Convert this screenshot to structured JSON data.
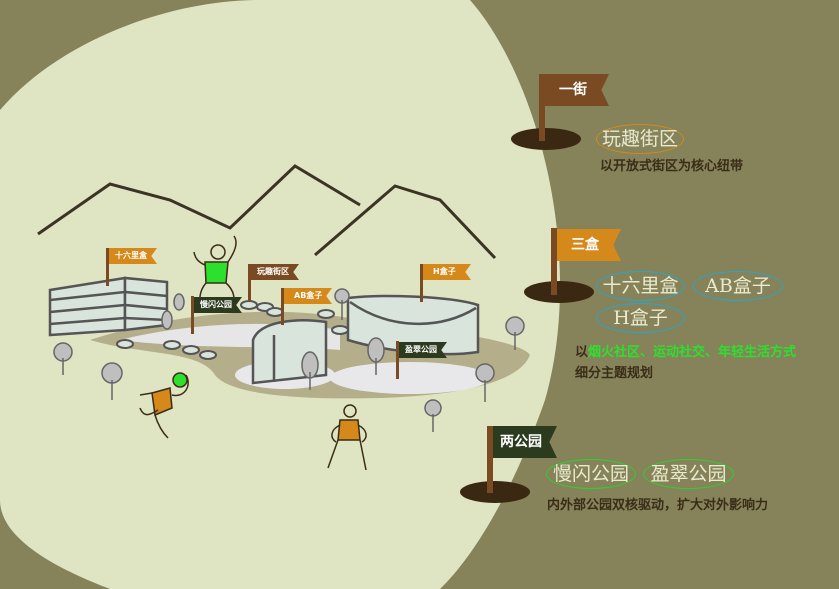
{
  "sections": [
    {
      "flag": "一街",
      "flag_color": "#7a4a22",
      "tags": [
        "玩趣街区"
      ],
      "tag_color": "#d18a1c",
      "desc": "以开放式街区为核心纽带"
    },
    {
      "flag": "三盒",
      "flag_color": "#d4891a",
      "tags": [
        "十六里盒",
        "AB盒子",
        "H盒子"
      ],
      "tag_color": "#2aa6c8",
      "desc_prefix": "以",
      "desc_highlight": "烟火社区、运动社交、年轻生活方式",
      "desc_line2": "细分主题规划"
    },
    {
      "flag": "两公园",
      "flag_color": "#2c3a1e",
      "tags": [
        "慢闪公园",
        "盈翠公园"
      ],
      "tag_color": "#2ed12e",
      "desc": "内外部公园双核驱动，扩大对外影响力"
    }
  ],
  "map_flags": [
    "十六里盒",
    "玩趣街区",
    "AB盒子",
    "H盒子",
    "慢闪公园",
    "盈翠公园"
  ]
}
